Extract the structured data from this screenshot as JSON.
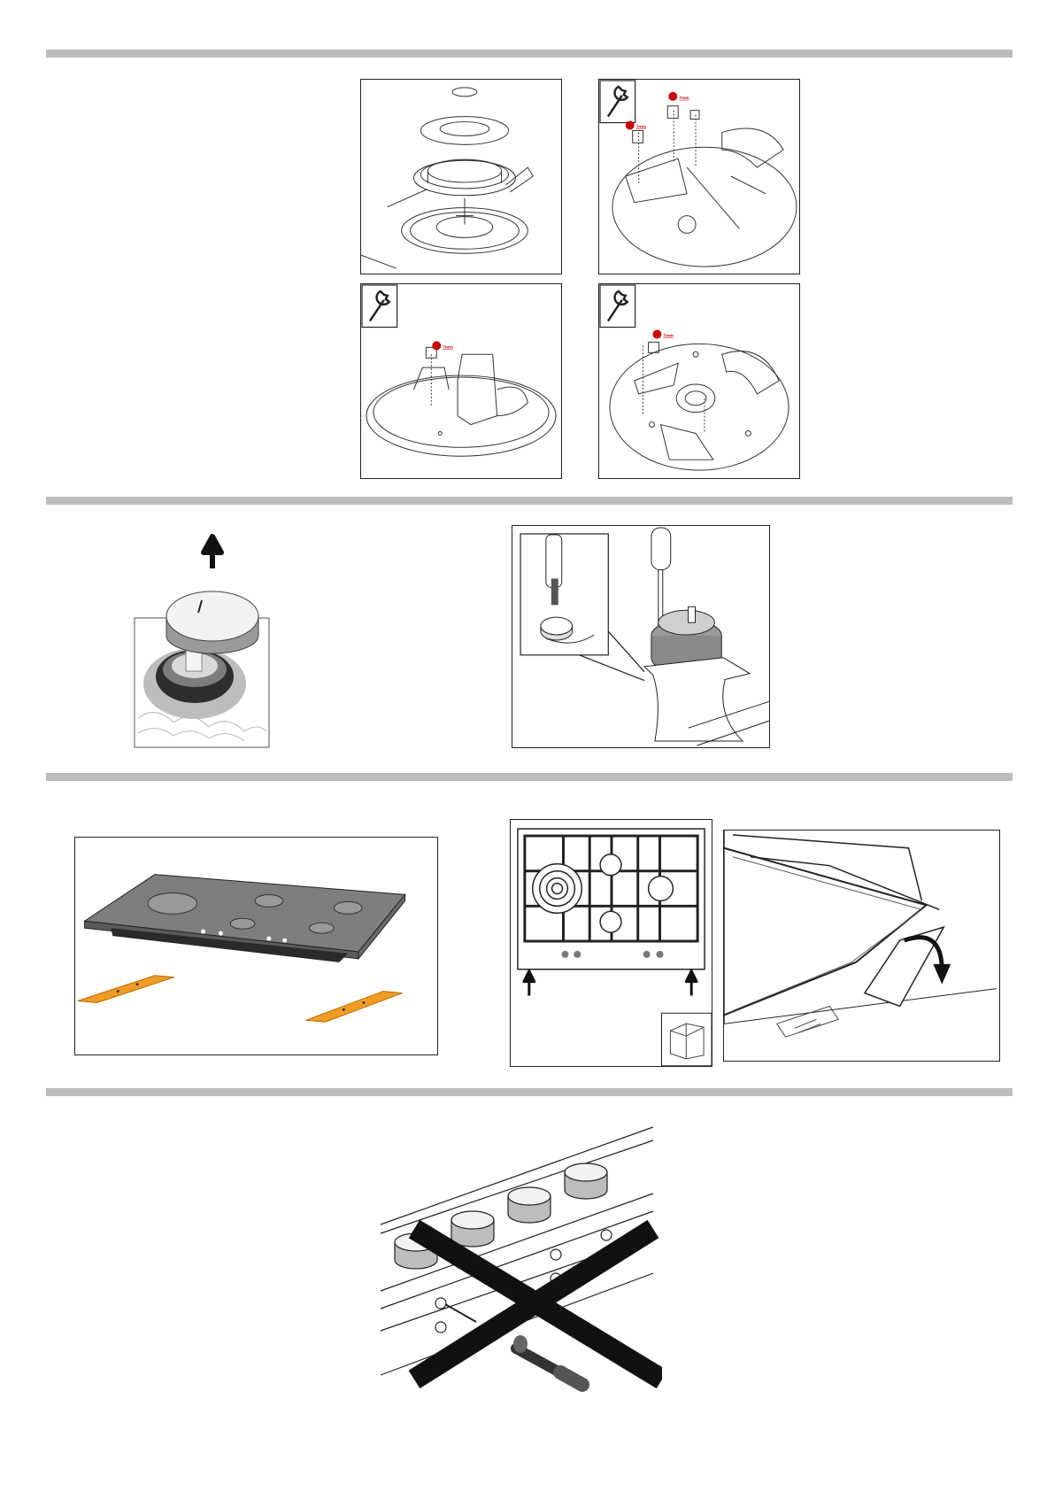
{
  "document": {
    "sections": [
      {
        "id": "injector-replacement",
        "figures": 4
      },
      {
        "id": "knob-removal-and-adjustment",
        "figures": 2
      },
      {
        "id": "hob-installation",
        "figures": 3
      },
      {
        "id": "control-panel-warning",
        "figures": 1
      }
    ]
  },
  "injector_labels": {
    "top_right_a": "7mm",
    "top_right_b": "7mm",
    "bottom_left": "7mm",
    "bottom_right": "7mm"
  },
  "icons": [
    "wrench-icon",
    "up-arrow-icon",
    "curved-arrow-icon",
    "prohibition-cross-icon"
  ],
  "colors": {
    "separator": "#bcbcbc",
    "label_red": "#cc0000",
    "seal_orange": "#f39c1f",
    "line": "#222222"
  }
}
